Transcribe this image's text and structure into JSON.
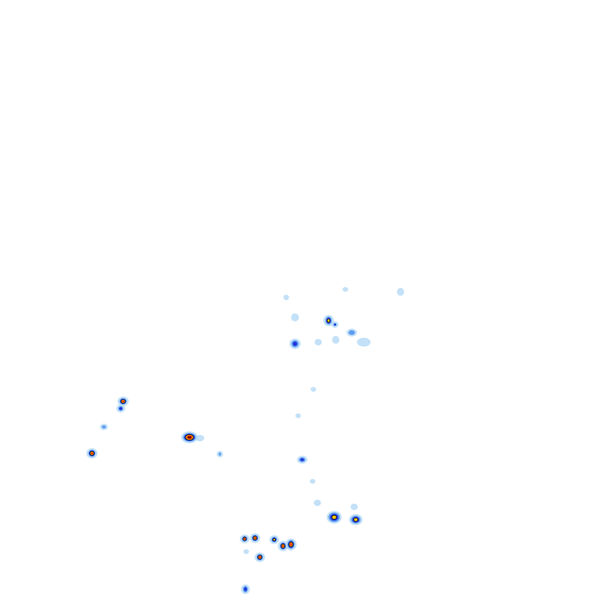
{
  "map": {
    "type": "weather-radar-reflectivity-overlay",
    "background_color": "#ffffff",
    "legend_visible": false,
    "text_labels_visible": false,
    "intensity_colors": {
      "very_light": "#a9d4f5",
      "light": "#5f9cf0",
      "moderate": "#2233dd",
      "heavy": "#f4c400",
      "very_heavy": "#ee2a00",
      "extreme": "#7a0a0a",
      "outline": "#111111"
    },
    "echo_count": 34,
    "echo_intensity_levels": [
      "very_light",
      "light",
      "moderate",
      "heavy",
      "very_heavy",
      "extreme"
    ]
  }
}
